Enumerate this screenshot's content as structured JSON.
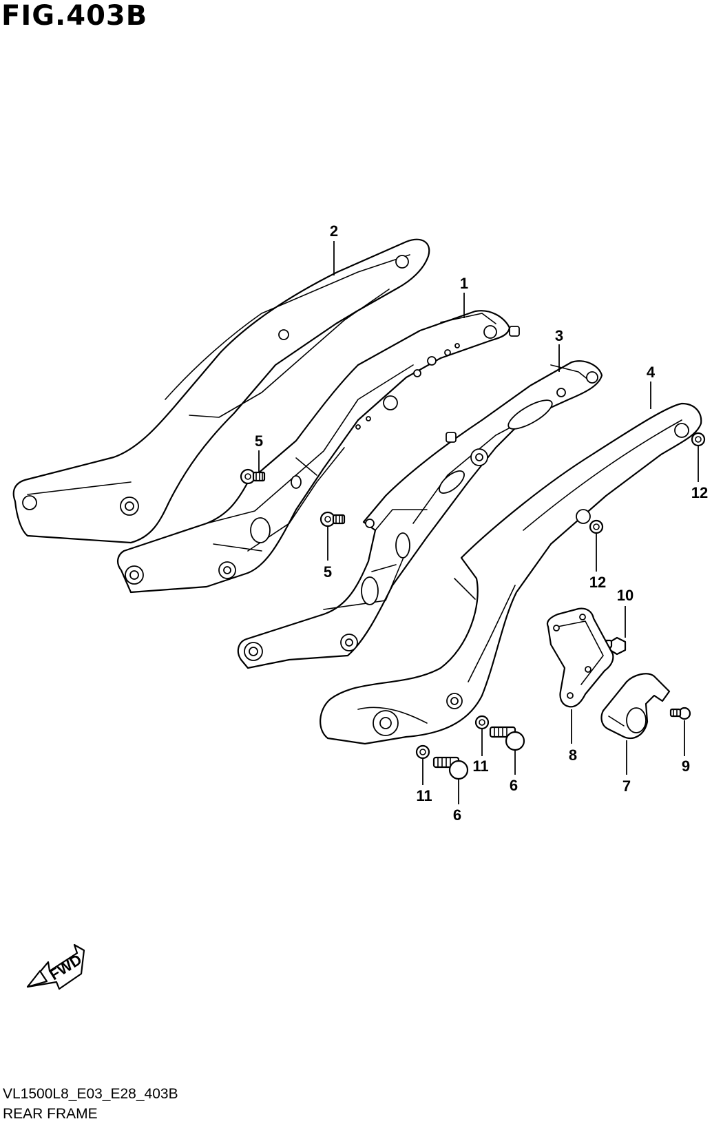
{
  "figure": {
    "title": "FIG.403B",
    "code": "VL1500L8_E03_E28_403B",
    "name": "REAR FRAME",
    "direction_label": "FWD"
  },
  "callouts": [
    {
      "id": "c2",
      "label": "2"
    },
    {
      "id": "c1",
      "label": "1"
    },
    {
      "id": "c3",
      "label": "3"
    },
    {
      "id": "c4",
      "label": "4"
    },
    {
      "id": "c5a",
      "label": "5"
    },
    {
      "id": "c5b",
      "label": "5"
    },
    {
      "id": "c12a",
      "label": "12"
    },
    {
      "id": "c12b",
      "label": "12"
    },
    {
      "id": "c10",
      "label": "10"
    },
    {
      "id": "c8",
      "label": "8"
    },
    {
      "id": "c7",
      "label": "7"
    },
    {
      "id": "c9",
      "label": "9"
    },
    {
      "id": "c11a",
      "label": "11"
    },
    {
      "id": "c6a",
      "label": "6"
    },
    {
      "id": "c11b",
      "label": "11"
    },
    {
      "id": "c6b",
      "label": "6"
    }
  ]
}
